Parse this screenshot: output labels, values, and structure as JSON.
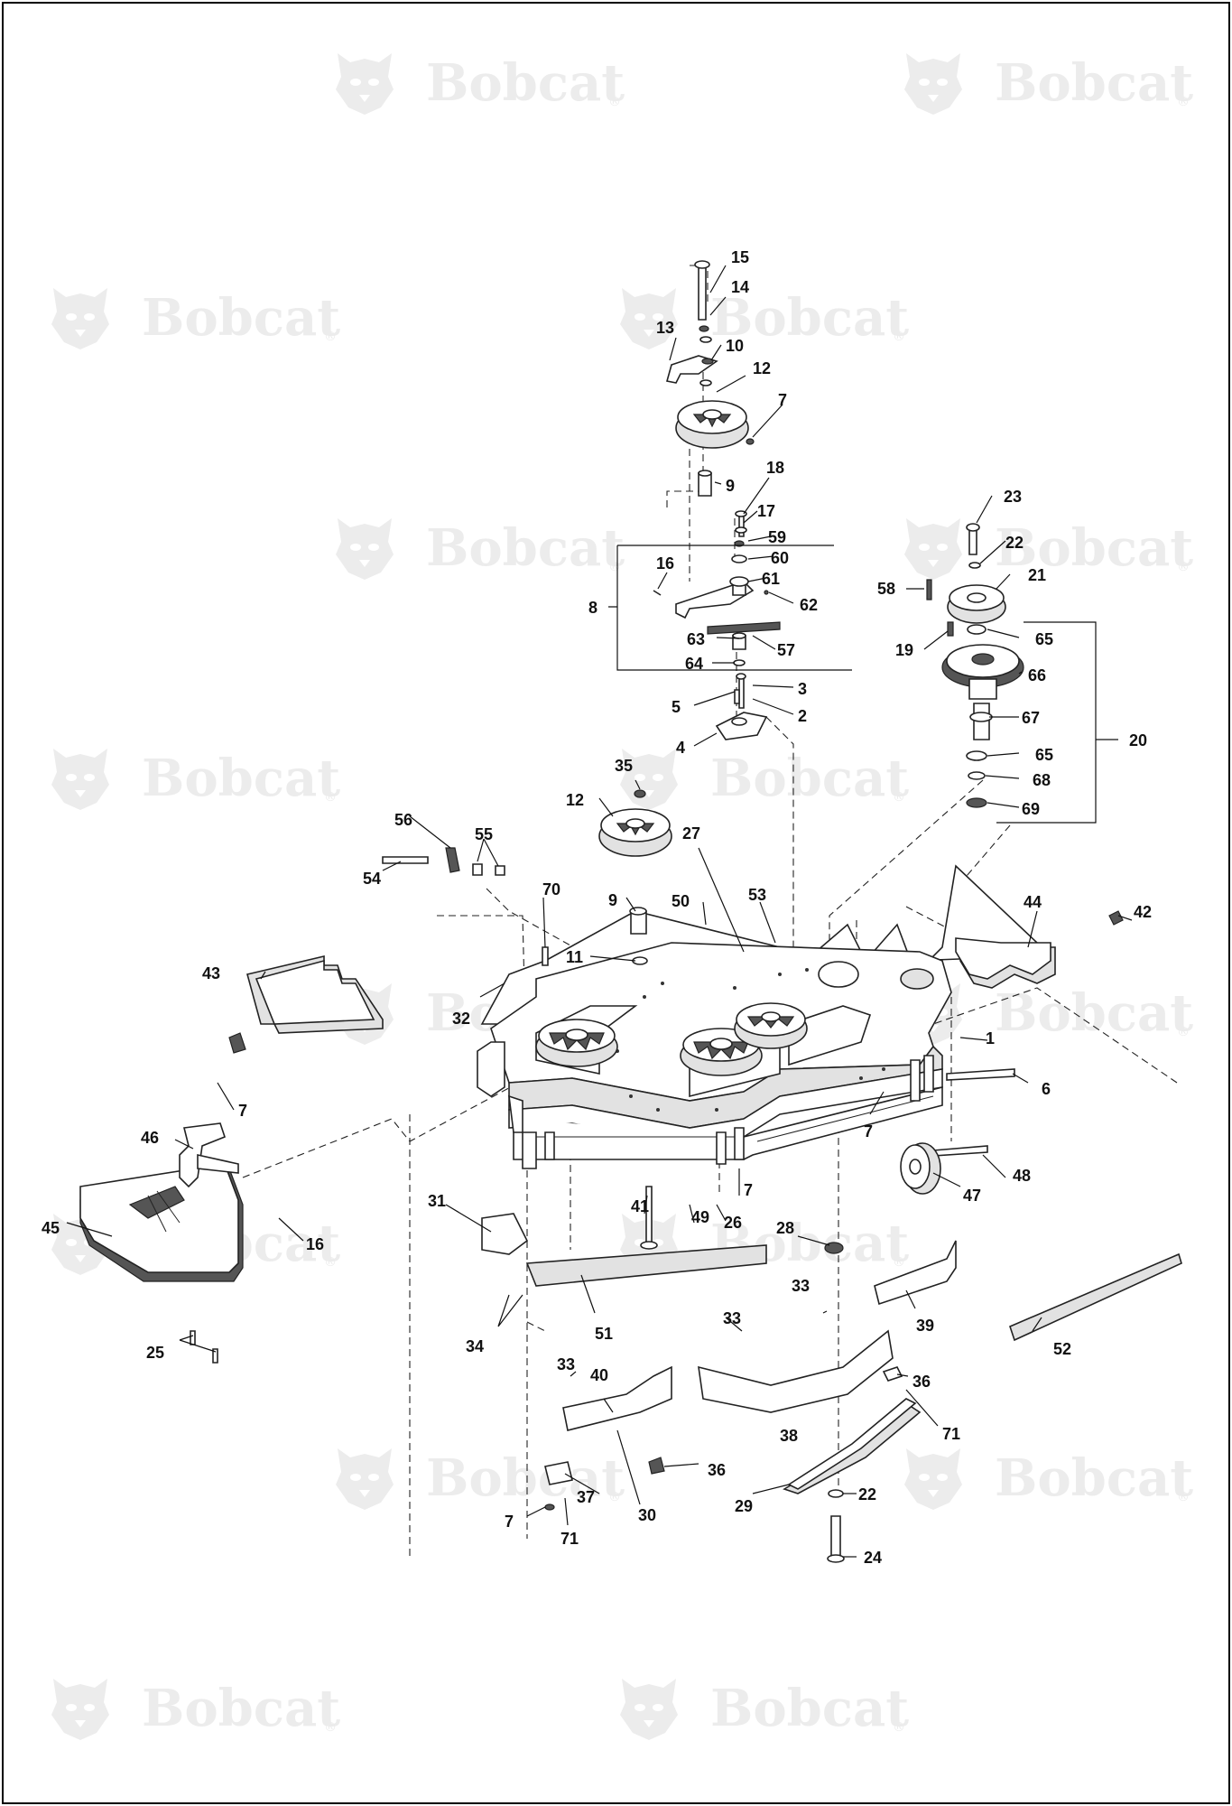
{
  "watermark": {
    "brand": "Bobcat",
    "registered": "®"
  },
  "labels": [
    {
      "id": "15",
      "text": "15"
    },
    {
      "id": "14",
      "text": "14"
    },
    {
      "id": "13",
      "text": "13"
    },
    {
      "id": "10",
      "text": "10"
    },
    {
      "id": "12a",
      "text": "12"
    },
    {
      "id": "7a",
      "text": "7"
    },
    {
      "id": "9a",
      "text": "9"
    },
    {
      "id": "18",
      "text": "18"
    },
    {
      "id": "17",
      "text": "17"
    },
    {
      "id": "59",
      "text": "59"
    },
    {
      "id": "60",
      "text": "60"
    },
    {
      "id": "16a",
      "text": "16"
    },
    {
      "id": "61",
      "text": "61"
    },
    {
      "id": "8",
      "text": "8"
    },
    {
      "id": "62",
      "text": "62"
    },
    {
      "id": "63",
      "text": "63"
    },
    {
      "id": "57",
      "text": "57"
    },
    {
      "id": "64",
      "text": "64"
    },
    {
      "id": "3",
      "text": "3"
    },
    {
      "id": "5",
      "text": "5"
    },
    {
      "id": "2",
      "text": "2"
    },
    {
      "id": "4",
      "text": "4"
    },
    {
      "id": "23",
      "text": "23"
    },
    {
      "id": "22a",
      "text": "22"
    },
    {
      "id": "21",
      "text": "21"
    },
    {
      "id": "58",
      "text": "58"
    },
    {
      "id": "19",
      "text": "19"
    },
    {
      "id": "65a",
      "text": "65"
    },
    {
      "id": "66",
      "text": "66"
    },
    {
      "id": "67",
      "text": "67"
    },
    {
      "id": "20",
      "text": "20"
    },
    {
      "id": "65b",
      "text": "65"
    },
    {
      "id": "68",
      "text": "68"
    },
    {
      "id": "69",
      "text": "69"
    },
    {
      "id": "35",
      "text": "35"
    },
    {
      "id": "12b",
      "text": "12"
    },
    {
      "id": "56",
      "text": "56"
    },
    {
      "id": "55",
      "text": "55"
    },
    {
      "id": "54",
      "text": "54"
    },
    {
      "id": "27",
      "text": "27"
    },
    {
      "id": "70",
      "text": "70"
    },
    {
      "id": "53",
      "text": "53"
    },
    {
      "id": "9b",
      "text": "9"
    },
    {
      "id": "50",
      "text": "50"
    },
    {
      "id": "44",
      "text": "44"
    },
    {
      "id": "42",
      "text": "42"
    },
    {
      "id": "11",
      "text": "11"
    },
    {
      "id": "43",
      "text": "43"
    },
    {
      "id": "32",
      "text": "32"
    },
    {
      "id": "1",
      "text": "1"
    },
    {
      "id": "6",
      "text": "6"
    },
    {
      "id": "7b",
      "text": "7"
    },
    {
      "id": "7c",
      "text": "7"
    },
    {
      "id": "46",
      "text": "46"
    },
    {
      "id": "48",
      "text": "48"
    },
    {
      "id": "7d",
      "text": "7"
    },
    {
      "id": "47",
      "text": "47"
    },
    {
      "id": "45",
      "text": "45"
    },
    {
      "id": "16b",
      "text": "16"
    },
    {
      "id": "31",
      "text": "31"
    },
    {
      "id": "41",
      "text": "41"
    },
    {
      "id": "49",
      "text": "49"
    },
    {
      "id": "26",
      "text": "26"
    },
    {
      "id": "28",
      "text": "28"
    },
    {
      "id": "51",
      "text": "51"
    },
    {
      "id": "39",
      "text": "39"
    },
    {
      "id": "52",
      "text": "52"
    },
    {
      "id": "34",
      "text": "34"
    },
    {
      "id": "33a",
      "text": "33"
    },
    {
      "id": "33b",
      "text": "33"
    },
    {
      "id": "25",
      "text": "25"
    },
    {
      "id": "36a",
      "text": "36"
    },
    {
      "id": "33c",
      "text": "33"
    },
    {
      "id": "40",
      "text": "40"
    },
    {
      "id": "38",
      "text": "38"
    },
    {
      "id": "71a",
      "text": "71"
    },
    {
      "id": "36b",
      "text": "36"
    },
    {
      "id": "37",
      "text": "37"
    },
    {
      "id": "30",
      "text": "30"
    },
    {
      "id": "29",
      "text": "29"
    },
    {
      "id": "22b",
      "text": "22"
    },
    {
      "id": "7e",
      "text": "7"
    },
    {
      "id": "71b",
      "text": "71"
    },
    {
      "id": "24",
      "text": "24"
    }
  ]
}
